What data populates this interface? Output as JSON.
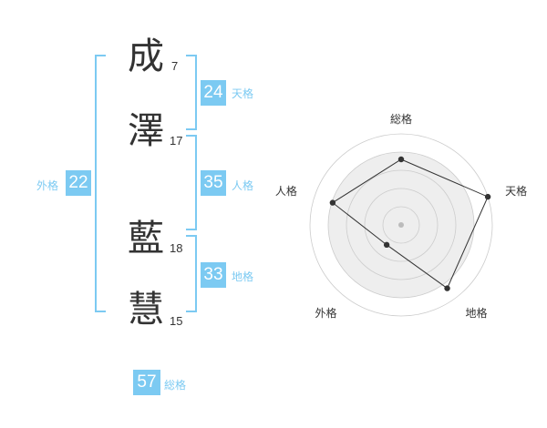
{
  "characters": [
    {
      "char": "成",
      "strokes": "7"
    },
    {
      "char": "澤",
      "strokes": "17"
    },
    {
      "char": "藍",
      "strokes": "18"
    },
    {
      "char": "慧",
      "strokes": "15"
    }
  ],
  "scores": {
    "tenkaku": {
      "value": "24",
      "label": "天格"
    },
    "jinkaku": {
      "value": "35",
      "label": "人格"
    },
    "chikaku": {
      "value": "33",
      "label": "地格"
    },
    "gaikaku": {
      "value": "22",
      "label": "外格"
    },
    "soukaku": {
      "value": "57",
      "label": "総格"
    }
  },
  "chart_data": {
    "type": "radar",
    "axes": [
      "総格",
      "天格",
      "地格",
      "外格",
      "人格"
    ],
    "values": [
      0.72,
      1.0,
      0.86,
      0.27,
      0.79
    ],
    "rings": 5,
    "colors": {
      "line": "#333333",
      "fill": "#eeeeee",
      "ring": "#cccccc",
      "point": "#333333",
      "center": "#bbbbbb"
    }
  },
  "colors": {
    "accent": "#7ccaf2",
    "text": "#333333"
  }
}
